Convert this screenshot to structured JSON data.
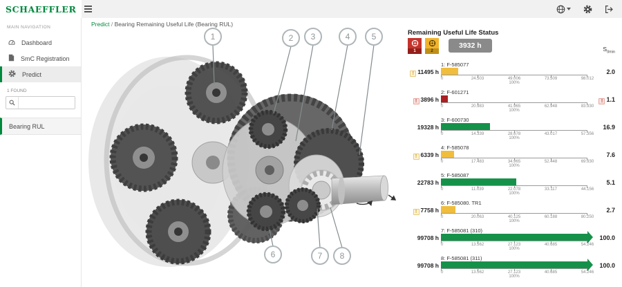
{
  "brand": {
    "logo": "SCHAEFFLER",
    "accent": "#00893D"
  },
  "header": {
    "icons": [
      {
        "name": "globe-icon"
      },
      {
        "name": "settings-icon"
      },
      {
        "name": "sign-out-icon"
      }
    ]
  },
  "sidebar": {
    "section_label": "MAIN NAVIGATION",
    "items": [
      {
        "label": "Dashboard",
        "icon": "dashboard-icon",
        "active": false
      },
      {
        "label": "SmC Registration",
        "icon": "document-icon",
        "active": false
      },
      {
        "label": "Predict",
        "icon": "gear-icon",
        "active": true
      }
    ],
    "found_label": "1 FOUND",
    "search": {
      "placeholder": "",
      "value": ""
    },
    "sub_items": [
      {
        "label": "Bearing RUL",
        "active": true
      }
    ]
  },
  "breadcrumb": {
    "parent": "Predict",
    "separator": "/",
    "current": "Bearing Remaining Useful Life (Bearing RUL)"
  },
  "diagram": {
    "callouts": [
      "1",
      "2",
      "3",
      "4",
      "5",
      "6",
      "7",
      "8"
    ]
  },
  "panel": {
    "title": "Remaining Useful Life Status",
    "status_icons": [
      {
        "name": "bearing-critical-icon",
        "color": "red",
        "count": "1"
      },
      {
        "name": "bearing-warning-icon",
        "color": "yellow",
        "count": "2"
      }
    ],
    "badge": "3932 h",
    "s_header": {
      "base": "S",
      "sub": "0min"
    },
    "warning_glyph": "!",
    "colors": {
      "green": "#16914a",
      "yellow": "#f0bd3d",
      "red": "#ab1f23"
    },
    "bearings": [
      {
        "label": "1: F-585077",
        "hours": "11495 h",
        "left_warning": "yellow",
        "right_warning": null,
        "bar_color": "yellow",
        "fill_pct": 11.7,
        "overflow": false,
        "ticks": [
          "0",
          "24.503",
          "49.006",
          "73.509",
          "98.012"
        ],
        "center_label": "100%",
        "s0min": "2.0"
      },
      {
        "label": "2: F-601271",
        "hours": "3896 h",
        "left_warning": "red",
        "right_warning": "red",
        "bar_color": "red",
        "fill_pct": 4.6,
        "overflow": false,
        "ticks": [
          "0",
          "20.983",
          "41.965",
          "62.948",
          "83.930"
        ],
        "center_label": "100%",
        "s0min": "1.1"
      },
      {
        "label": "3: F-600730",
        "hours": "19328 h",
        "left_warning": null,
        "right_warning": null,
        "bar_color": "green",
        "fill_pct": 33.7,
        "overflow": false,
        "ticks": [
          "0",
          "14.339",
          "28.678",
          "43.017",
          "57.356"
        ],
        "center_label": "100%",
        "s0min": "16.9"
      },
      {
        "label": "4: F-585078",
        "hours": "6339 h",
        "left_warning": "yellow",
        "right_warning": null,
        "bar_color": "yellow",
        "fill_pct": 9.1,
        "overflow": false,
        "ticks": [
          "0",
          "17.483",
          "34.965",
          "52.448",
          "69.930"
        ],
        "center_label": "100%",
        "s0min": "7.6"
      },
      {
        "label": "5: F-585087",
        "hours": "22783 h",
        "left_warning": null,
        "right_warning": null,
        "bar_color": "green",
        "fill_pct": 51.6,
        "overflow": false,
        "ticks": [
          "0",
          "11.039",
          "22.078",
          "33.117",
          "44.156"
        ],
        "center_label": "100%",
        "s0min": "5.1"
      },
      {
        "label": "6: F-585080. TR1",
        "hours": "7758 h",
        "left_warning": "yellow",
        "right_warning": null,
        "bar_color": "yellow",
        "fill_pct": 9.7,
        "overflow": false,
        "ticks": [
          "0",
          "20.063",
          "40.125",
          "60.188",
          "80.250"
        ],
        "center_label": "100%",
        "s0min": "2.7"
      },
      {
        "label": "7: F-585081 (310)",
        "hours": "99708 h",
        "left_warning": null,
        "right_warning": null,
        "bar_color": "green",
        "fill_pct": 100,
        "overflow": true,
        "ticks": [
          "0",
          "13.562",
          "27.123",
          "40.685",
          "54.246"
        ],
        "center_label": "100%",
        "s0min": "100.0"
      },
      {
        "label": "8: F-585081 (311)",
        "hours": "99708 h",
        "left_warning": null,
        "right_warning": null,
        "bar_color": "green",
        "fill_pct": 100,
        "overflow": true,
        "ticks": [
          "0",
          "13.562",
          "27.123",
          "40.685",
          "54.246"
        ],
        "center_label": "100%",
        "s0min": "100.0"
      }
    ]
  }
}
